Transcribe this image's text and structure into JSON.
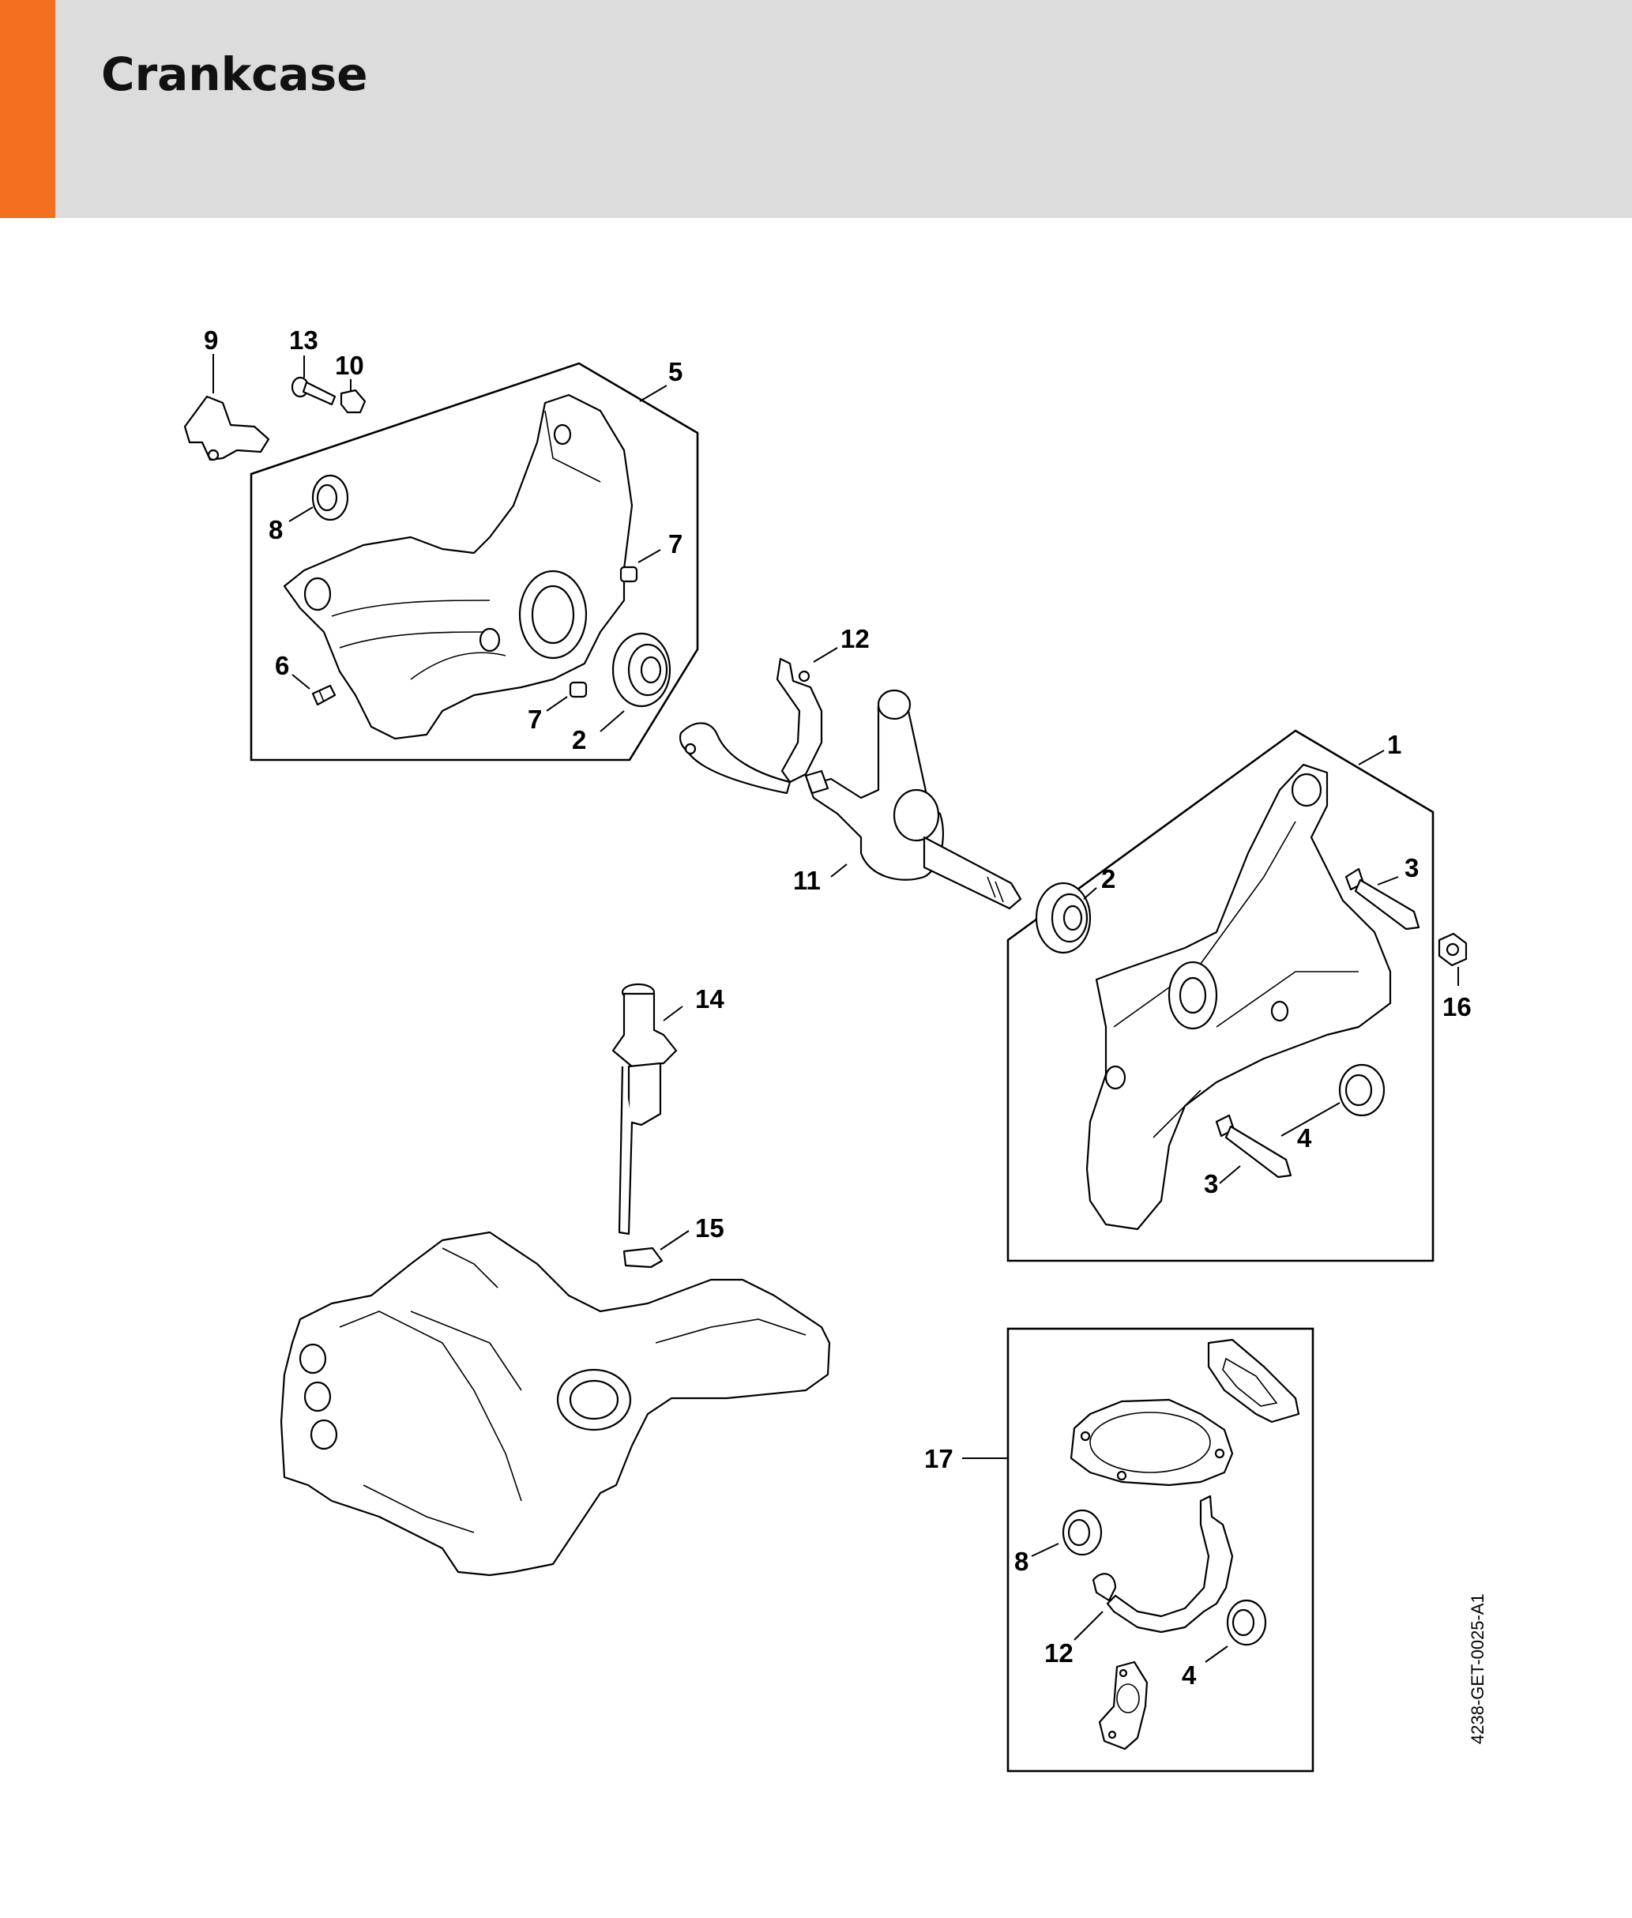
{
  "header": {
    "title": "Crankcase",
    "accent_color": "#f37021",
    "band_color": "#dcdcdc"
  },
  "callouts": {
    "c9": "9",
    "c13": "13",
    "c10": "10",
    "c5": "5",
    "c8_top": "8",
    "c7_top": "7",
    "c6": "6",
    "c7_bottom": "7",
    "c2_left": "2",
    "c12_top": "12",
    "c1": "1",
    "c11": "11",
    "c2_right": "2",
    "c3_top": "3",
    "c16": "16",
    "c14": "14",
    "c4_right": "4",
    "c3_bottom": "3",
    "c15": "15",
    "c17": "17",
    "c8_kit": "8",
    "c12_kit": "12",
    "c4_kit": "4"
  },
  "doc_id": "4238-GET-0025-A1"
}
